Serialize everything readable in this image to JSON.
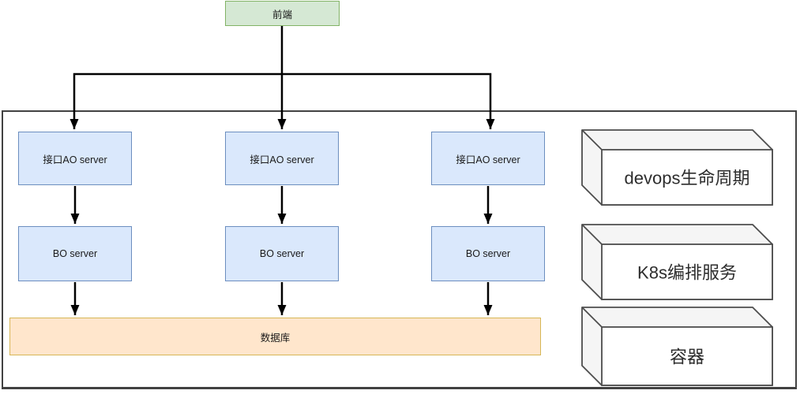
{
  "diagram": {
    "frontend_label": "前端",
    "columns": [
      {
        "ao_label": "接口AO server",
        "bo_label": "BO server"
      },
      {
        "ao_label": "接口AO server",
        "bo_label": "BO server"
      },
      {
        "ao_label": "接口AO server",
        "bo_label": "BO server"
      }
    ],
    "database_label": "数据库",
    "infra_cubes": [
      {
        "label": "devops生命周期"
      },
      {
        "label": "K8s编排服务"
      },
      {
        "label": "容器"
      }
    ],
    "colors": {
      "frontend_fill": "#d5e8d4",
      "frontend_border": "#82b366",
      "server_fill": "#dae8fc",
      "server_border": "#6c8ebf",
      "database_fill": "#ffe6cc",
      "database_border": "#d6b656",
      "cube_fill": "#f5f5f5",
      "cube_front_fill": "#ffffff",
      "cube_border": "#4d4d4d",
      "connector": "#000000"
    }
  }
}
